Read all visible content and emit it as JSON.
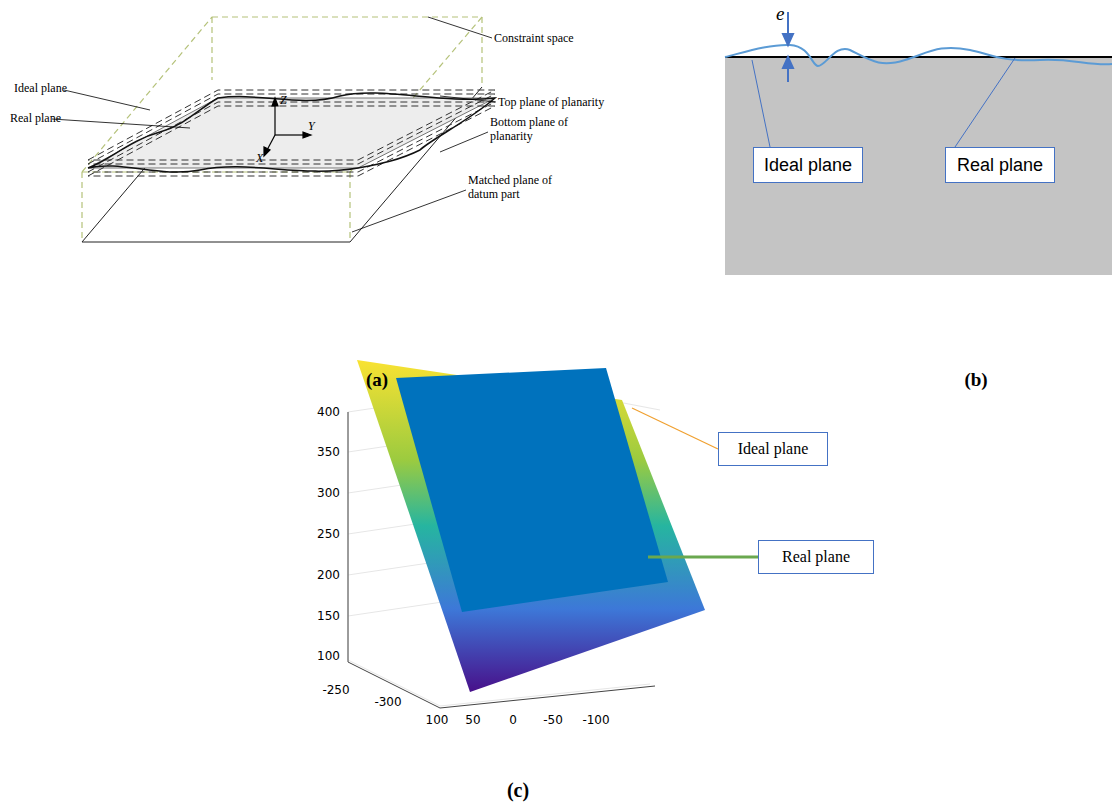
{
  "diagram": {
    "nodes": [
      {
        "text": [
          "Ideal plane"
        ]
      },
      {
        "text": [
          "Real plane"
        ]
      },
      {
        "text": [
          "Ideal plane"
        ]
      },
      {
        "text": [
          "Real plane"
        ]
      }
    ],
    "labels": [
      "Constraint space",
      "Ideal plane",
      "Top plane of planarity",
      "Real plane",
      "Bottom plane of planarity",
      "Matched plane of datum part",
      "Z",
      "X",
      "Y",
      "(a)",
      "e",
      "(b)",
      "400",
      "350",
      "300",
      "250",
      "200",
      "150",
      "100",
      "-250",
      "-300",
      "100",
      "50",
      "0",
      "-50",
      "-100",
      "(c)"
    ]
  }
}
